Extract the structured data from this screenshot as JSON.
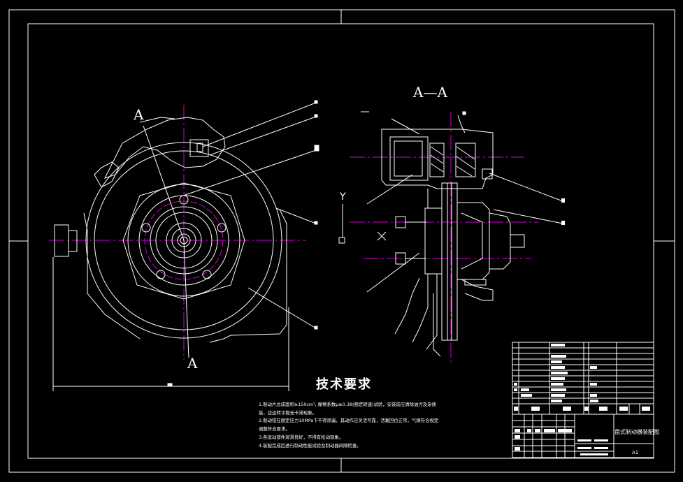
{
  "section_marks": {
    "a_left_top": "A",
    "a_left_bottom": "A",
    "section_title": "A—A"
  },
  "axis_labels": {
    "y": "Y",
    "x": "X"
  },
  "technical_requirements": {
    "heading": "技术要求",
    "lines": [
      "1.制动片总成面积≥150cm², 摩擦系数μ≥0.38(额定转速)试验，安装前应清除油污及杂质",
      "装，应运转平稳无卡滞现象。",
      "2.制动钳在额定压力10MPa下不得渗漏，其动作应灵活可靠，活塞回位正常，气隙符合规定",
      "调整符合要求。",
      "3.各运动部件润滑良好，不得有松动现象。",
      "4.装配完成后进行制动性能试验及制动器间隙检查。"
    ]
  },
  "title_block": {
    "drawing_name": "盘式制动器装配图",
    "sheet_size": "A1"
  },
  "colors": {
    "line": "#ffffff",
    "center_line": "#d400d4",
    "background": "#000000"
  }
}
